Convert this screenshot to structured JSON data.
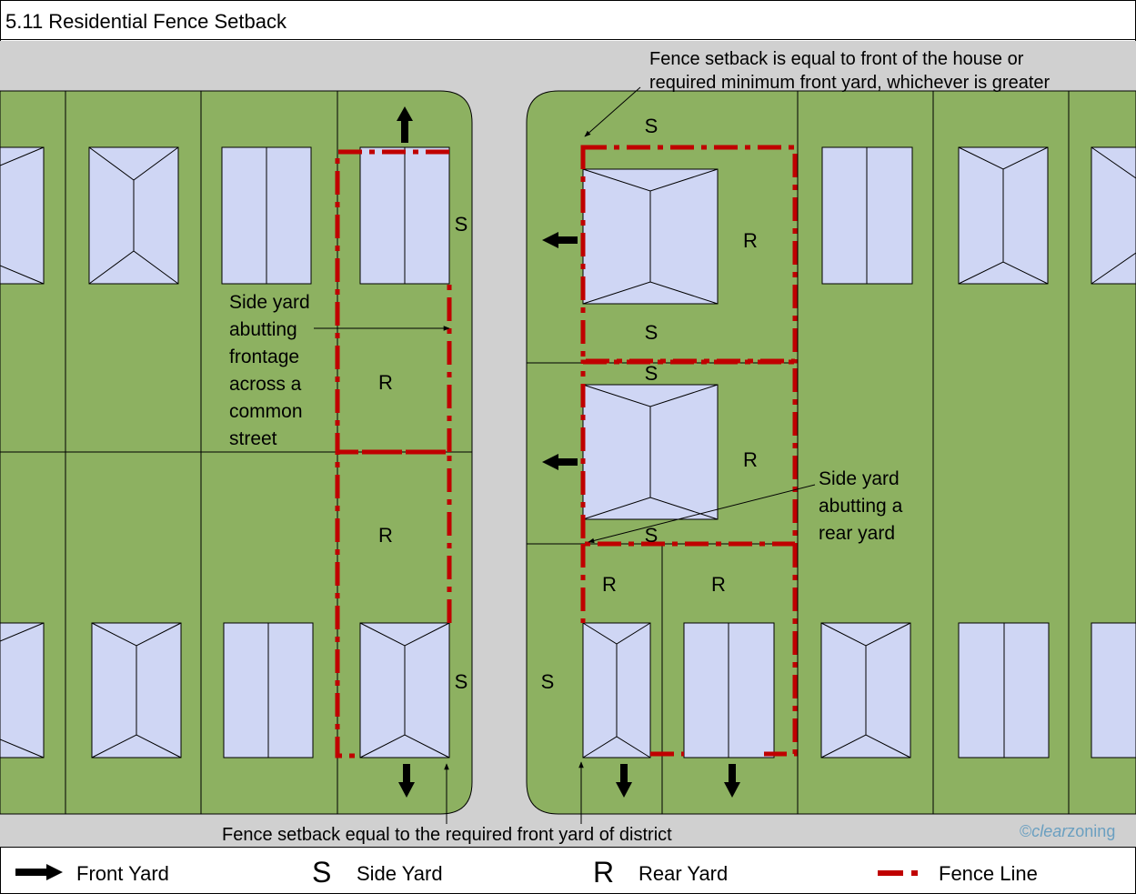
{
  "title": "5.11 Residential Fence Setback",
  "labels": {
    "side": "S",
    "rear": "R"
  },
  "callouts": {
    "top_right_line1": "Fence setback is equal to front of the house or",
    "top_right_line2": "required minimum front yard, whichever is greater",
    "left_lines": [
      "Side yard",
      "abutting",
      "frontage",
      "across a",
      "common",
      "street"
    ],
    "right_lines": [
      "Side yard",
      "abutting a",
      "rear yard"
    ],
    "bottom": "Fence setback equal to the required front yard of district"
  },
  "copyright": {
    "symbol": "©",
    "italic": "clear",
    "rest": "zoning"
  },
  "legend": {
    "front_yard": "Front Yard",
    "side_symbol": "S",
    "side_yard": "Side Yard",
    "rear_symbol": "R",
    "rear_yard": "Rear Yard",
    "fence_line": "Fence Line"
  },
  "colors": {
    "street": "#d0d0d0",
    "lot_green": "#8db161",
    "house_fill": "#cfd6f4",
    "fence_red": "#c00000",
    "line": "#000000",
    "copyright_blue": "#6a9fc0"
  }
}
